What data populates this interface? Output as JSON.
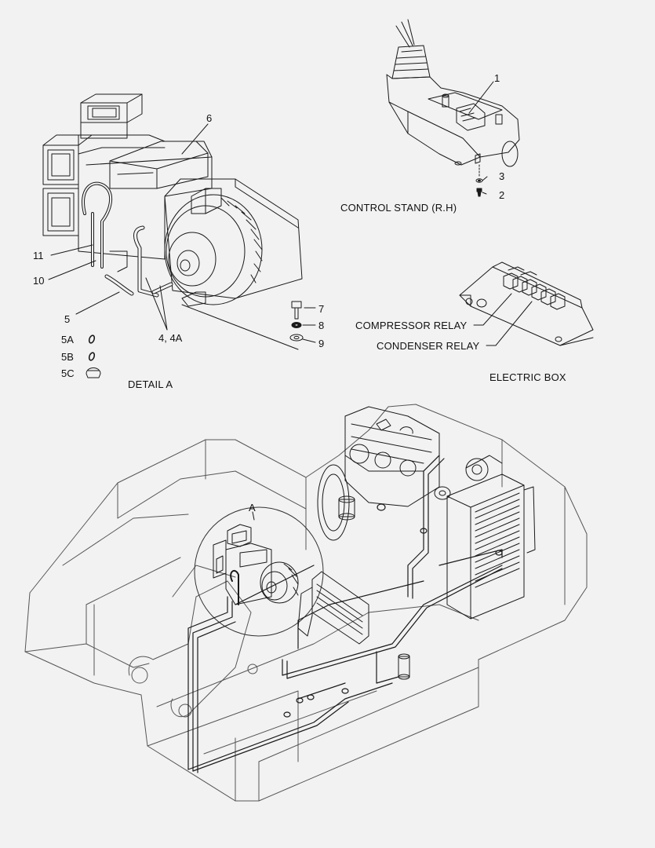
{
  "detail_a": {
    "callouts": {
      "c6": "6",
      "c11": "11",
      "c10": "10",
      "c5": "5",
      "c44a": "4, 4A",
      "c5a": "5A",
      "c5b": "5B",
      "c5c": "5C",
      "c7": "7",
      "c8": "8",
      "c9": "9"
    },
    "caption": "DETAIL  A"
  },
  "control_stand": {
    "callouts": {
      "c1": "1",
      "c2": "2",
      "c3": "3"
    },
    "caption": "CONTROL STAND (R.H)"
  },
  "electric_box": {
    "relay_labels": [
      "COMPRESSOR RELAY",
      "CONDENSER RELAY"
    ],
    "caption": "ELECTRIC BOX"
  },
  "main_view": {
    "detail_marker": "A"
  },
  "colors": {
    "background": "#f2f2f2",
    "line": "#1a1a1a"
  }
}
